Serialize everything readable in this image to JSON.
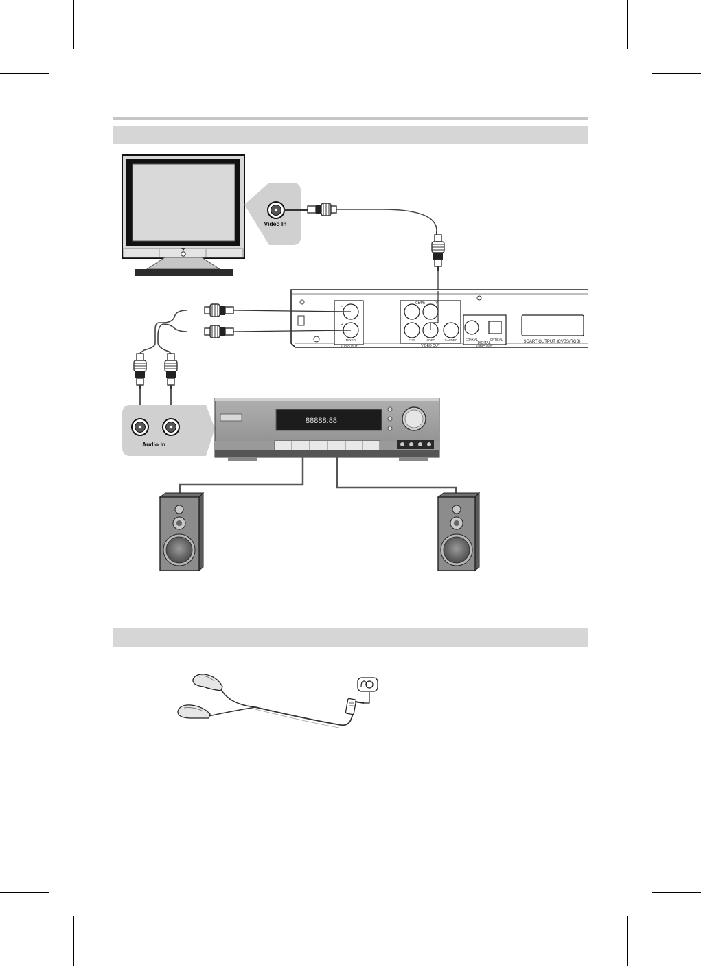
{
  "connection_diagram": {
    "tv_port_label": "Video In",
    "amp_port_label": "Audio In",
    "player": {
      "audio_left": "L",
      "audio_right": "R",
      "audio_mixed": "MIXED",
      "audio_out": "AUDIO OUT",
      "cb_pb": "Cb/Pb",
      "y": "Y",
      "cr_pr": "Cr/Pr",
      "video": "VIDEO",
      "s_video": "S-VIDEO",
      "video_out": "VIDEO OUT",
      "coaxial": "COAXIAL",
      "digital": "DIGITAL",
      "optical": "OPTICAL",
      "digital_audio_out": "AUDIO OUT",
      "scart": "SCART OUTPUT (CVBS/RGB)"
    },
    "amp_display": "88888:88"
  },
  "colors": {
    "band": "#d6d6d6",
    "callout": "#d0d0d0",
    "speaker": "#8c8c8c",
    "line": "#444444"
  }
}
